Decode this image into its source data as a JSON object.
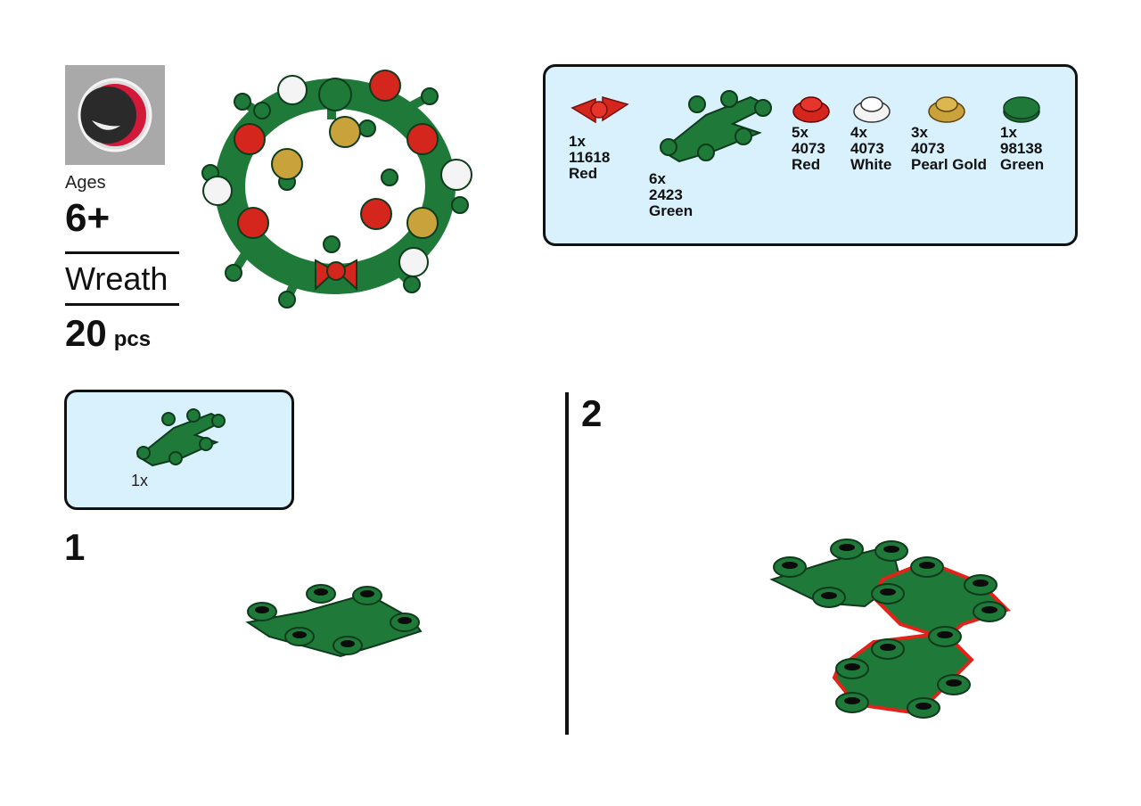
{
  "cover": {
    "ages_label": "Ages",
    "ages_value": "6+",
    "set_name": "Wreath",
    "piece_count": "20",
    "piece_unit": "pcs"
  },
  "parts_list": [
    {
      "qty": "1x",
      "part": "11618",
      "color": "Red"
    },
    {
      "qty": "6x",
      "part": "2423",
      "color": "Green"
    },
    {
      "qty": "5x",
      "part": "4073",
      "color": "Red"
    },
    {
      "qty": "4x",
      "part": "4073",
      "color": "White"
    },
    {
      "qty": "3x",
      "part": "4073",
      "color": "Pearl Gold"
    },
    {
      "qty": "1x",
      "part": "98138",
      "color": "Green"
    }
  ],
  "steps": [
    {
      "number": "1",
      "parts_qty": "1x"
    },
    {
      "number": "2"
    }
  ],
  "colors": {
    "green": "#1f7a3a",
    "red": "#d4261c",
    "white": "#f4f4f4",
    "gold": "#caa23c",
    "panel": "#d9f1fd",
    "highlight": "#e1231a"
  }
}
